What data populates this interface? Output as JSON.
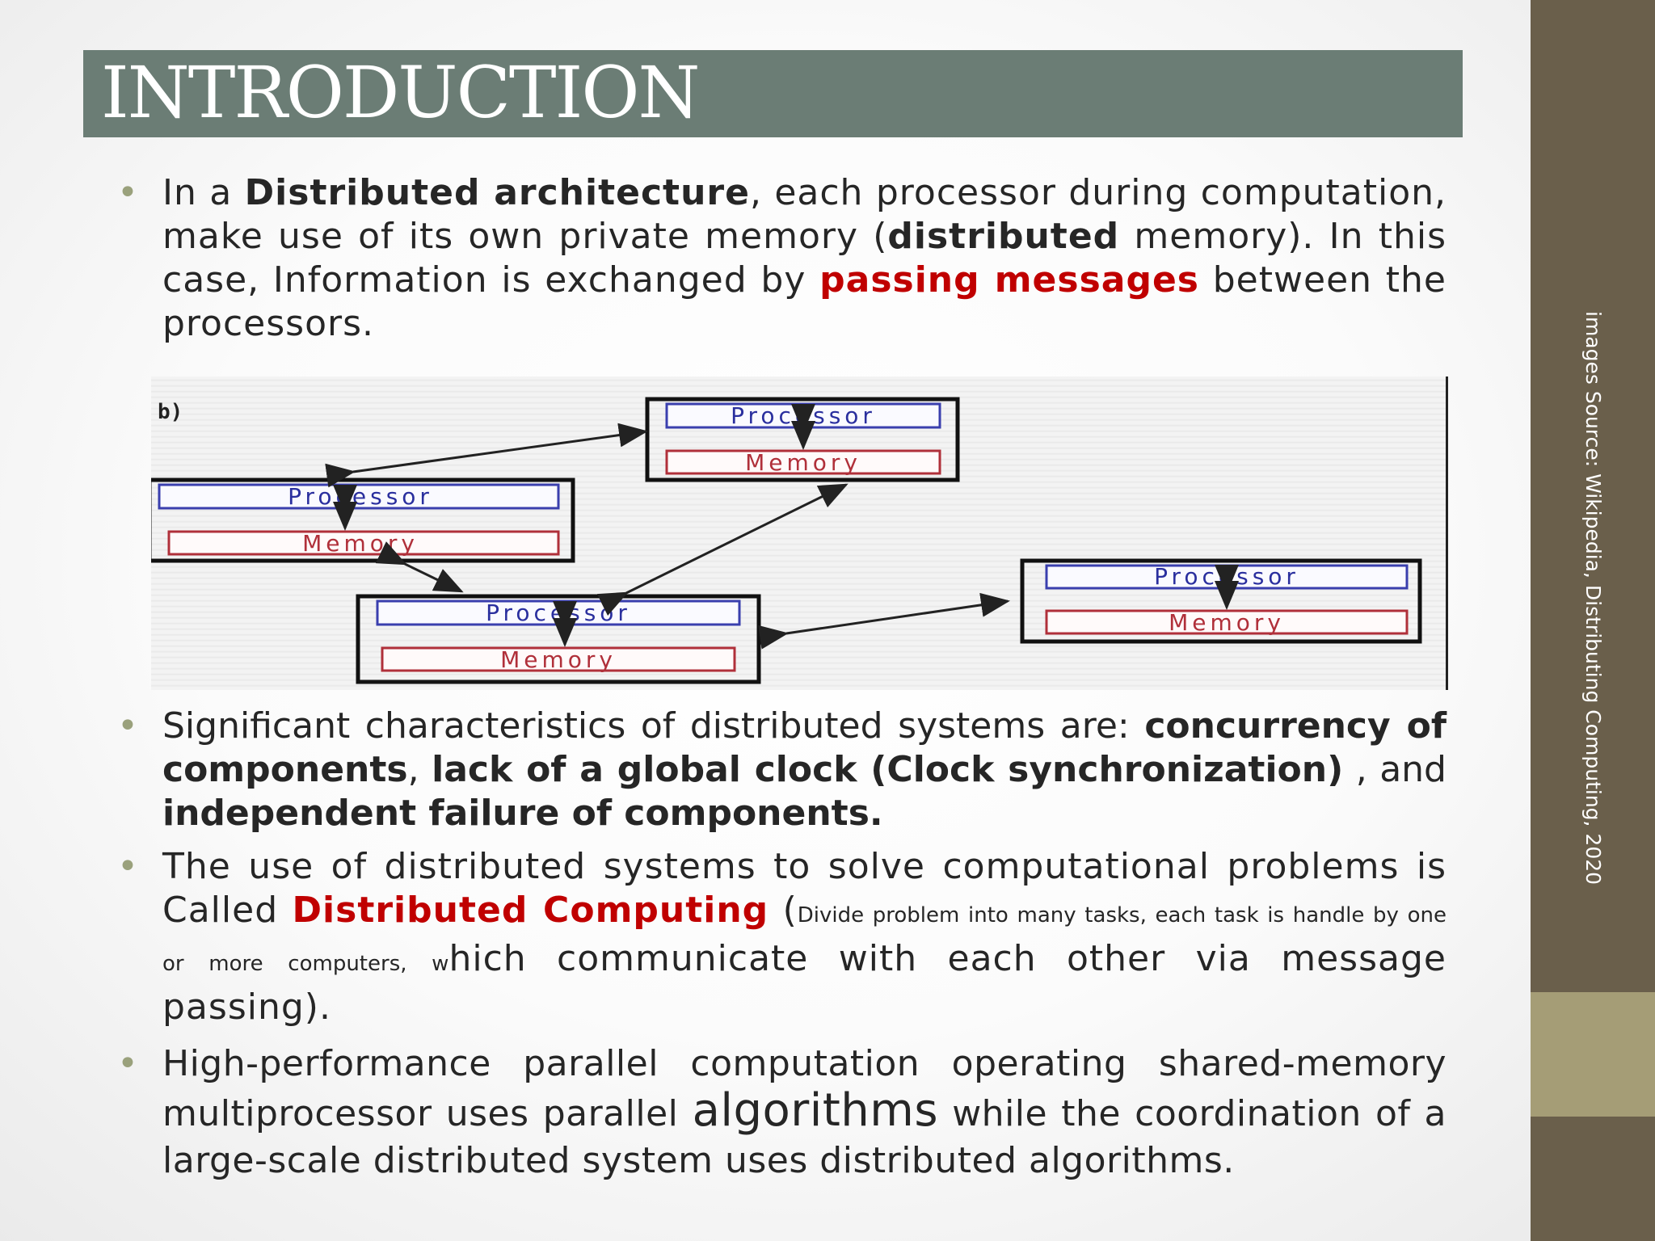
{
  "title": "INTRODUCTION",
  "credit": "images Source: Wikipedia, Distributing Computing, 2020",
  "bullet1": {
    "t1": "In a ",
    "b1": "Distributed architecture",
    "t2": ", each processor during computation, make use of  its own private memory (",
    "b2": "distributed",
    "t3": " memory). In this case, Information is exchanged by ",
    "r1": "passing messages",
    "t4": " between the processors."
  },
  "figure": {
    "label": "b)",
    "processor_label": "Processor",
    "memory_label": "Memory"
  },
  "bullet2": {
    "t1": "Significant characteristics of distributed systems are: ",
    "b1": "concurrency of components",
    "t2": ", ",
    "b2": "lack of a global clock (Clock synchronization)",
    "t3": " , and ",
    "b3": "independent failure of components."
  },
  "bullet3": {
    "t1": "The use of distributed systems to solve computational problems is Called ",
    "r1": "Distributed Computing",
    "t2": " (",
    "s1": "Divide problem into many tasks, each  task is handle by one or more computers, w",
    "t3": "hich communicate with each other via message passing)."
  },
  "bullet4": {
    "t1": "High-performance parallel computation operating shared-memory multiprocessor uses parallel ",
    "big": "algorithms",
    "t2": " while the coordination of a large-scale distributed system uses distributed algorithms."
  },
  "colors": {
    "title_bar": "#6b7d75",
    "sidebar": "#6a5f4b",
    "sidebar_accent": "#a59d76",
    "emphasis_red": "#c00000",
    "bullet_dot": "#9aa17c"
  }
}
